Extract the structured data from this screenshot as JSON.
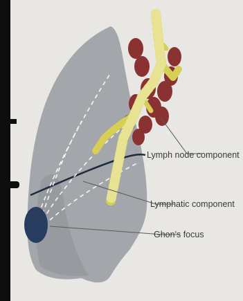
{
  "diagram": {
    "labels": {
      "lymph_node": "Lymph node component",
      "lymphatic": "Lymphatic component",
      "ghon": "Ghon's focus"
    },
    "colors": {
      "page_background": "#e9e7e4",
      "left_frame": "#0d0d0d",
      "lung": "#a3a6aa",
      "lung_shade": "#8e9196",
      "bronchus": "#d7cf55",
      "bronchus_ring": "#ece7a2",
      "lymph_node": "#8a3131",
      "ghon_focus": "#283c5f",
      "leader_line": "#5a5a5a"
    },
    "icons": [
      "lung-illustration",
      "bronchial-tree",
      "lymph-node-cluster"
    ]
  }
}
